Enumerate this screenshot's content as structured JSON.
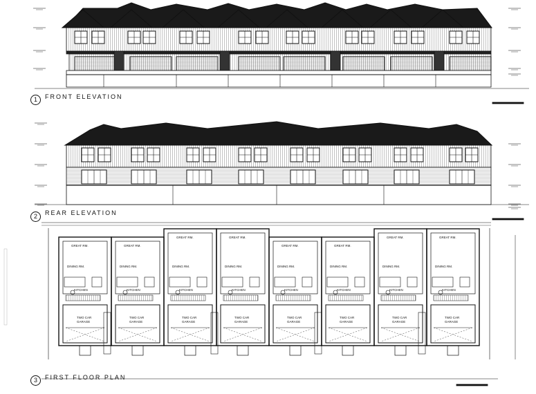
{
  "drawings": [
    {
      "number": "1",
      "title": "FRONT ELEVATION"
    },
    {
      "number": "2",
      "title": "REAR ELEVATION"
    },
    {
      "number": "3",
      "title": "FIRST FLOOR PLAN"
    }
  ],
  "plan": {
    "rooms": {
      "great": "GREAT RM.",
      "dining": "DINING RM.",
      "kitchen": "KITCHEN",
      "garage_line1": "TWO CAR",
      "garage_line2": "GARAGE"
    }
  },
  "colors": {
    "ink": "#111111",
    "roof": "#1a1a1a",
    "paper": "#ffffff"
  }
}
